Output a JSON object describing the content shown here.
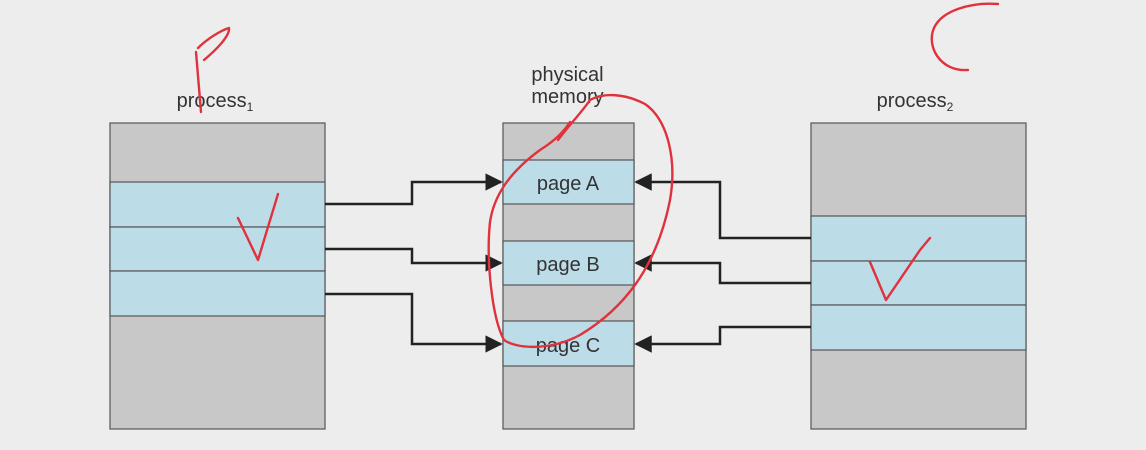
{
  "labels": {
    "process1": "process",
    "process1_sub": "1",
    "physical_line1": "physical",
    "physical_line2": "memory",
    "process2": "process",
    "process2_sub": "2"
  },
  "pages": {
    "a": "page A",
    "b": "page B",
    "c": "page C"
  },
  "annotations": {
    "p1_letter": "P",
    "p2_letter": "C"
  },
  "colors": {
    "background": "#ededed",
    "region": "#c8c8c8",
    "shared_page": "#bcdce8",
    "border": "#555555",
    "arrow": "#222222",
    "pen": "#e0323c"
  }
}
